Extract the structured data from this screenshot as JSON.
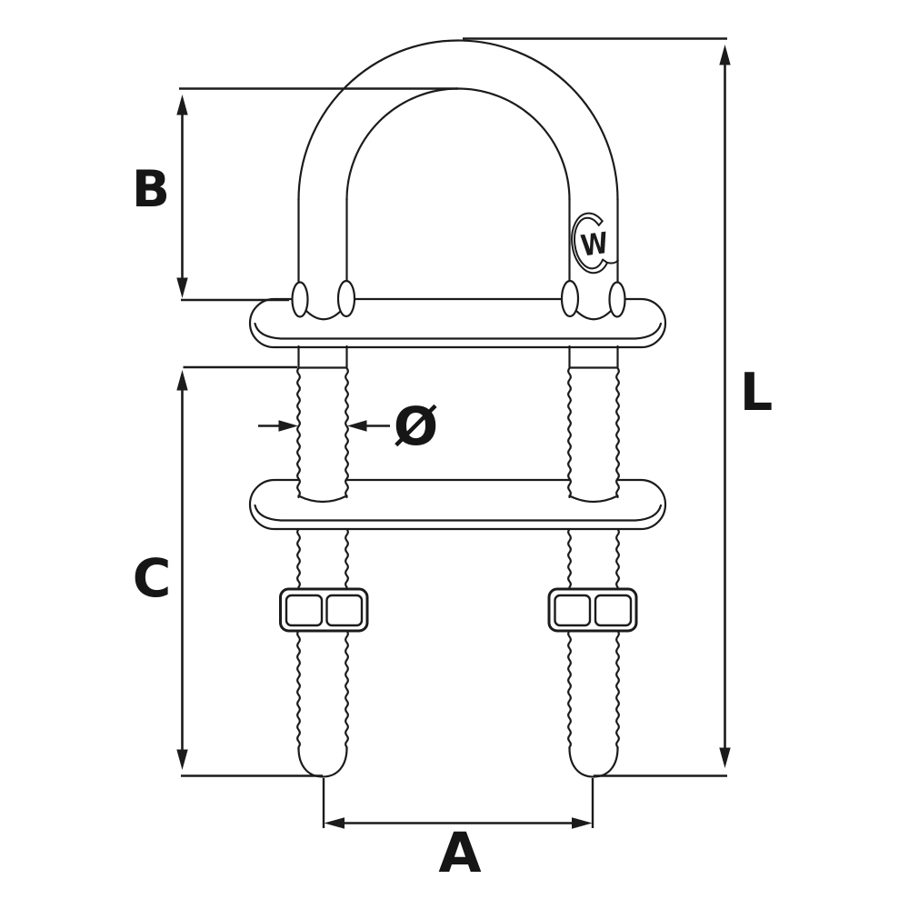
{
  "drawing": {
    "type": "technical-dimension-diagram",
    "subject": "u-bolt-with-backing-plates-and-nuts",
    "colors": {
      "line": "#1b1b1b",
      "background": "#ffffff"
    }
  },
  "labels": {
    "B": "B",
    "C": "C",
    "L": "L",
    "A": "A",
    "diameter": "Ø",
    "logo_w": "W"
  }
}
